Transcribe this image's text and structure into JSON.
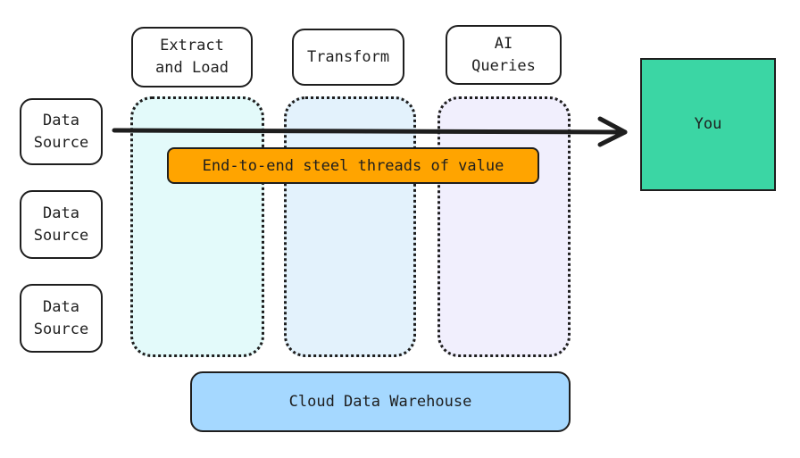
{
  "data_sources": [
    {
      "label": "Data\nSource"
    },
    {
      "label": "Data\nSource"
    },
    {
      "label": "Data\nSource"
    }
  ],
  "stages": [
    {
      "label": "Extract\nand Load",
      "lane_color": "#e3fafa"
    },
    {
      "label": "Transform",
      "lane_color": "#e3f2fc"
    },
    {
      "label": "AI\nQueries",
      "lane_color": "#f1effd"
    }
  ],
  "warehouse": {
    "label": "Cloud Data Warehouse",
    "color": "#a5d8ff"
  },
  "consumer": {
    "label": "You",
    "color": "#3bd6a4"
  },
  "banner": {
    "label": "End-to-end steel threads of value",
    "color": "#ffa400"
  }
}
